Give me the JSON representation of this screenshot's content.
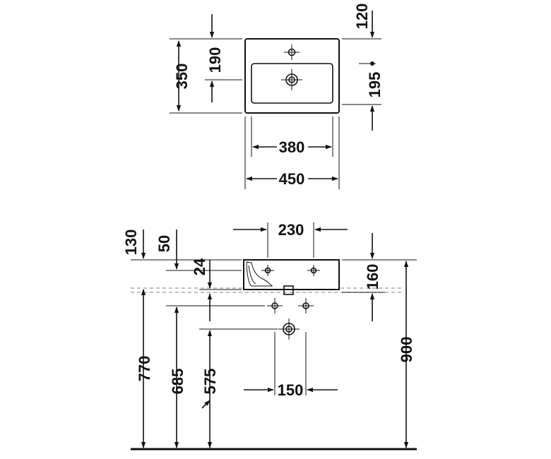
{
  "top_view": {
    "dims": {
      "d120": "120",
      "d190": "190",
      "d350": "350",
      "d195": "195",
      "d380": "380",
      "d450": "450"
    }
  },
  "front_view": {
    "dims": {
      "d230": "230",
      "d130": "130",
      "d50": "50",
      "d24": "24",
      "d160": "160",
      "d900": "900",
      "d770": "770",
      "d685": "685",
      "d575": "575",
      "d150": "150"
    }
  },
  "colors": {
    "line": "#111111",
    "ghost_line": "#9a9a9a",
    "background": "#ffffff"
  }
}
